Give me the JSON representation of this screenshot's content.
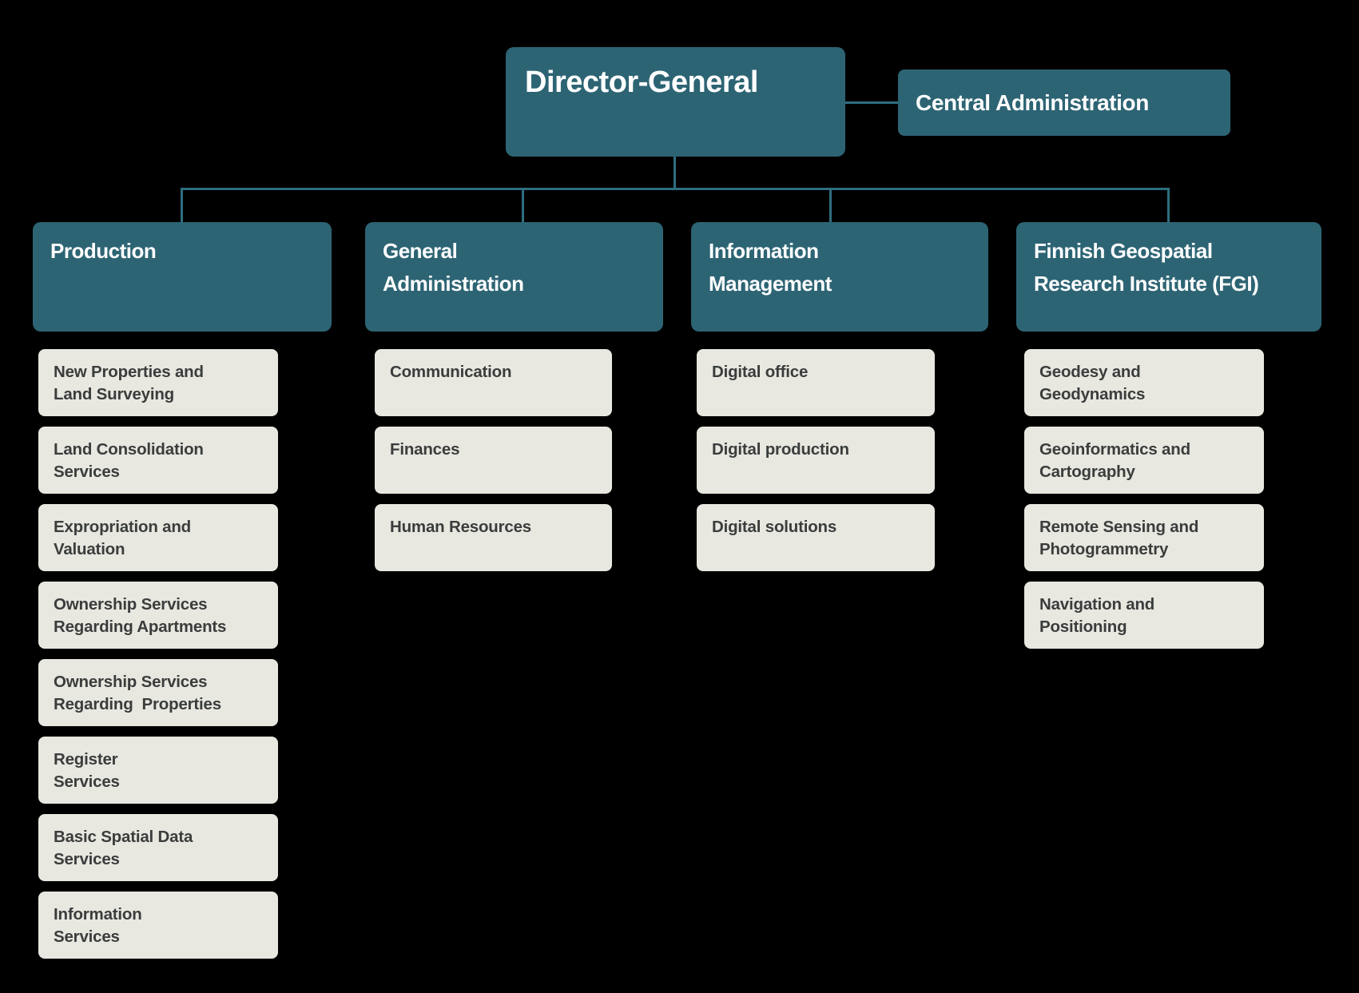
{
  "colors": {
    "background": "#000000",
    "node_teal": "#2d6474",
    "connector": "#2e6e7f",
    "item_gray": "#e8e7e0",
    "node_text": "#ffffff",
    "item_text": "#3a3d3c"
  },
  "chart": {
    "root": {
      "label": "Director-General"
    },
    "aside": {
      "label": "Central Administration"
    },
    "columns": [
      {
        "title": "Production",
        "items": [
          "New Properties and\nLand Surveying",
          "Land Consolidation\nServices",
          "Expropriation and\nValuation",
          "Ownership Services\nRegarding Apartments",
          "Ownership Services\nRegarding  Properties",
          "Register\nServices",
          "Basic Spatial Data\nServices",
          "Information\nServices"
        ]
      },
      {
        "title": "General\nAdministration",
        "items": [
          "Communication",
          "Finances",
          "Human Resources"
        ]
      },
      {
        "title": "Information\nManagement",
        "items": [
          "Digital office",
          "Digital production",
          "Digital solutions"
        ]
      },
      {
        "title": "Finnish Geospatial\nResearch Institute (FGI)",
        "items": [
          "Geodesy and\nGeodynamics",
          "Geoinformatics and\nCartography",
          "Remote Sensing and\nPhotogrammetry",
          "Navigation and\nPositioning"
        ]
      }
    ]
  }
}
